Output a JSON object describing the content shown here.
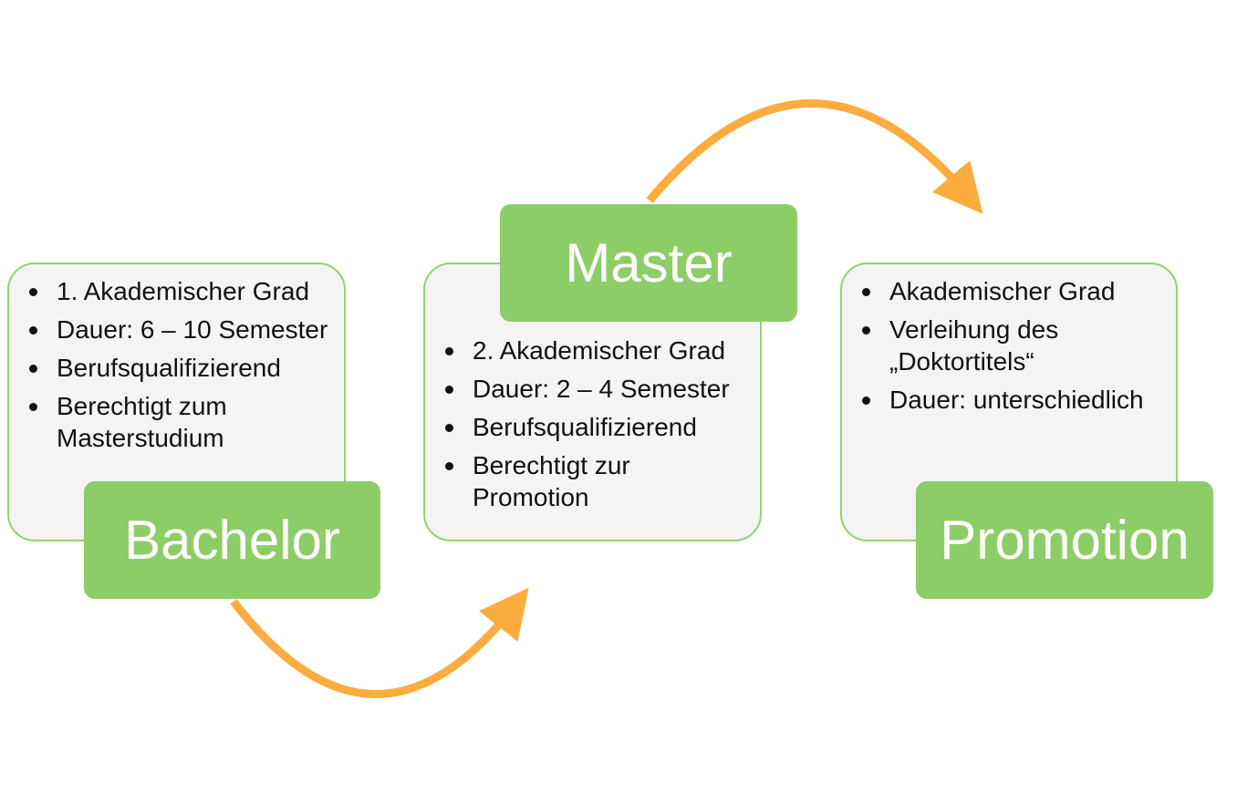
{
  "stages": [
    {
      "title": "Bachelor",
      "bullets": [
        "1. Akademischer Grad",
        "Dauer: 6 – 10 Semester",
        "Berufsqualifizierend",
        "Berechtigt zum Masterstudium"
      ]
    },
    {
      "title": "Master",
      "bullets": [
        "2. Akademischer Grad",
        "Dauer: 2 – 4 Semester",
        "Berufsqualifizierend",
        "Berechtigt zur Promotion"
      ]
    },
    {
      "title": "Promotion",
      "bullets": [
        "Akademischer Grad",
        "Verleihung des „Doktortitels“",
        "Dauer: unterschiedlich"
      ]
    }
  ],
  "colors": {
    "label_fill": "#8dcd68",
    "card_fill": "#f4f4f4",
    "card_border": "#92d36e",
    "arrow": "#fbac3f"
  }
}
